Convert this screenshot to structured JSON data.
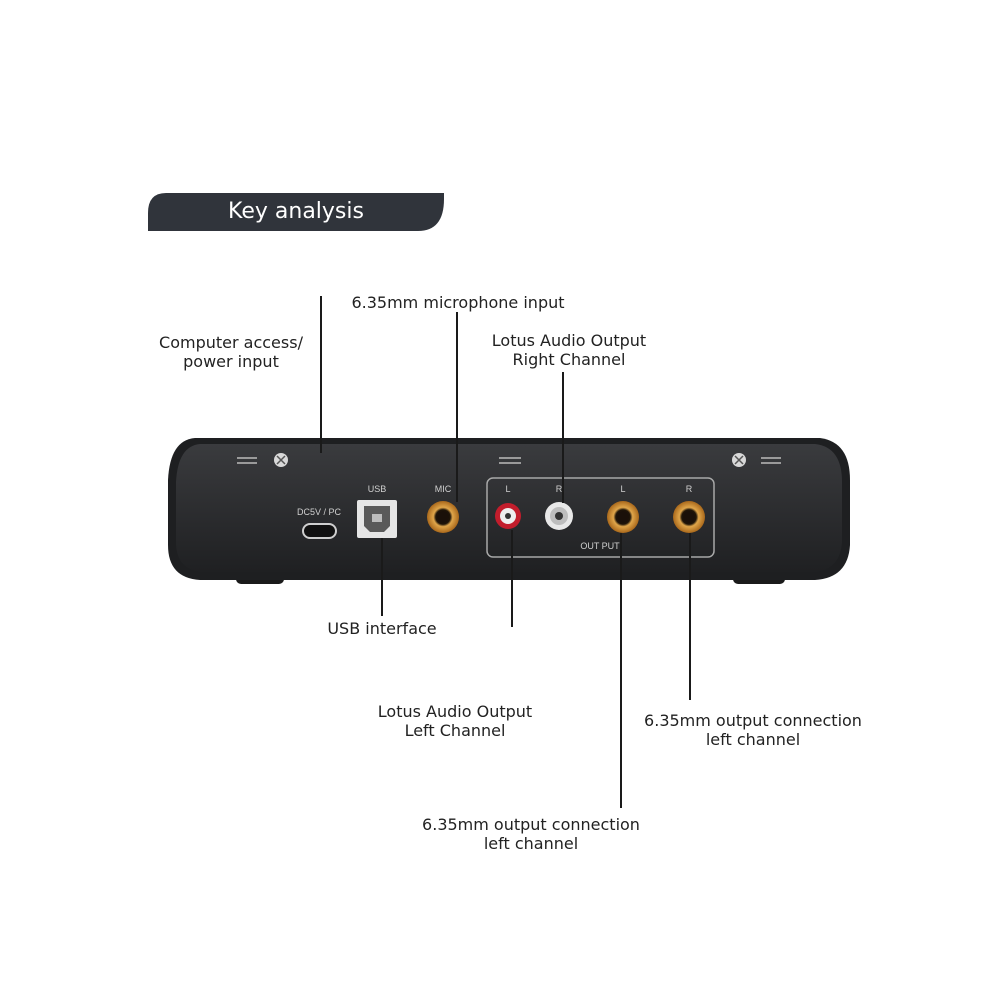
{
  "title": "Key analysis",
  "callouts": {
    "power": {
      "line1": "Computer access/",
      "line2": "power input"
    },
    "mic": {
      "line1": "6.35mm microphone input"
    },
    "rca_right": {
      "line1": "Lotus Audio Output",
      "line2": "Right Channel"
    },
    "usb": {
      "line1": "USB interface"
    },
    "rca_left": {
      "line1": "Lotus Audio Output",
      "line2": "Left Channel"
    },
    "jack_left_bottom": {
      "line1": "6.35mm output connection",
      "line2": "left channel"
    },
    "jack_left_right": {
      "line1": "6.35mm output connection",
      "line2": "left channel"
    }
  },
  "device_labels": {
    "dc": "DC5V / PC",
    "usb": "USB",
    "mic": "MIC",
    "rca_l": "L",
    "rca_r": "R",
    "jack_l": "L",
    "jack_r": "R",
    "output": "OUT PUT"
  },
  "colors": {
    "banner": "#30343b",
    "device_body": "#2b2c2e",
    "jack_gold": "#c98a2c",
    "rca_red": "#c21d2c",
    "rca_white": "#e8e8e8"
  }
}
